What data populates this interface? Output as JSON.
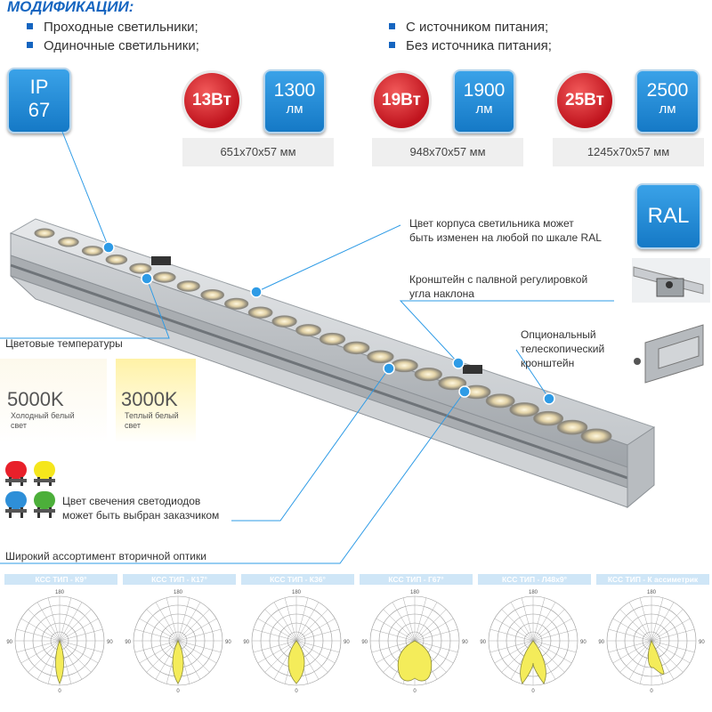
{
  "header": {
    "title": "МОДИФИКАЦИИ:",
    "bullets_left": [
      "Проходные светильники;",
      "Одиночные светильники;"
    ],
    "bullets_right": [
      "С источником питания;",
      "Без источника питания;"
    ]
  },
  "ip_badge": {
    "line1": "IP",
    "line2": "67"
  },
  "variants": [
    {
      "power": "13Вт",
      "lumen_value": "1300",
      "lumen_unit": "лм",
      "size": "651х70х57 мм"
    },
    {
      "power": "19Вт",
      "lumen_value": "1900",
      "lumen_unit": "лм",
      "size": "948х70х57 мм"
    },
    {
      "power": "25Вт",
      "lumen_value": "2500",
      "lumen_unit": "лм",
      "size": "1245х70х57 мм"
    }
  ],
  "ral_badge": "RAL",
  "notes": {
    "body_color": [
      "Цвет корпуса светильника может",
      "быть изменен на любой по шкале RAL"
    ],
    "bracket": [
      "Кронштейн с палвной регулировкой",
      "угла наклона"
    ],
    "telescopic": [
      "Опциональный",
      "телескопический",
      "кронштейн"
    ],
    "color_temp_title": "Цветовые температуры",
    "led_color": [
      "Цвет свечения светодиодов",
      "может быть выбран заказчиком"
    ],
    "optics": "Широкий ассортимент вторичной оптики"
  },
  "temperatures": [
    {
      "value": "5000K",
      "desc": [
        "Холодный белый",
        "свет"
      ]
    },
    {
      "value": "3000K",
      "desc": [
        "Теплый белый",
        "свет"
      ]
    }
  ],
  "kss": [
    {
      "label": "КСС ТИП - К9°"
    },
    {
      "label": "КСС ТИП - К17°"
    },
    {
      "label": "КСС ТИП - К36°"
    },
    {
      "label": "КСС ТИП - Г67°"
    },
    {
      "label": "КСС ТИП - Л48х9°"
    },
    {
      "label": "КСС ТИП - К ассиметрик"
    }
  ],
  "polar_labels": {
    "top": "180",
    "left": "90",
    "right": "90",
    "bottom": "0"
  },
  "colors": {
    "accent": "#1565c0",
    "led_red": "#e8202a",
    "led_yellow": "#f5e61c",
    "led_blue": "#2e8fd8",
    "led_green": "#4caf3a",
    "dot": "#2e9be6"
  }
}
